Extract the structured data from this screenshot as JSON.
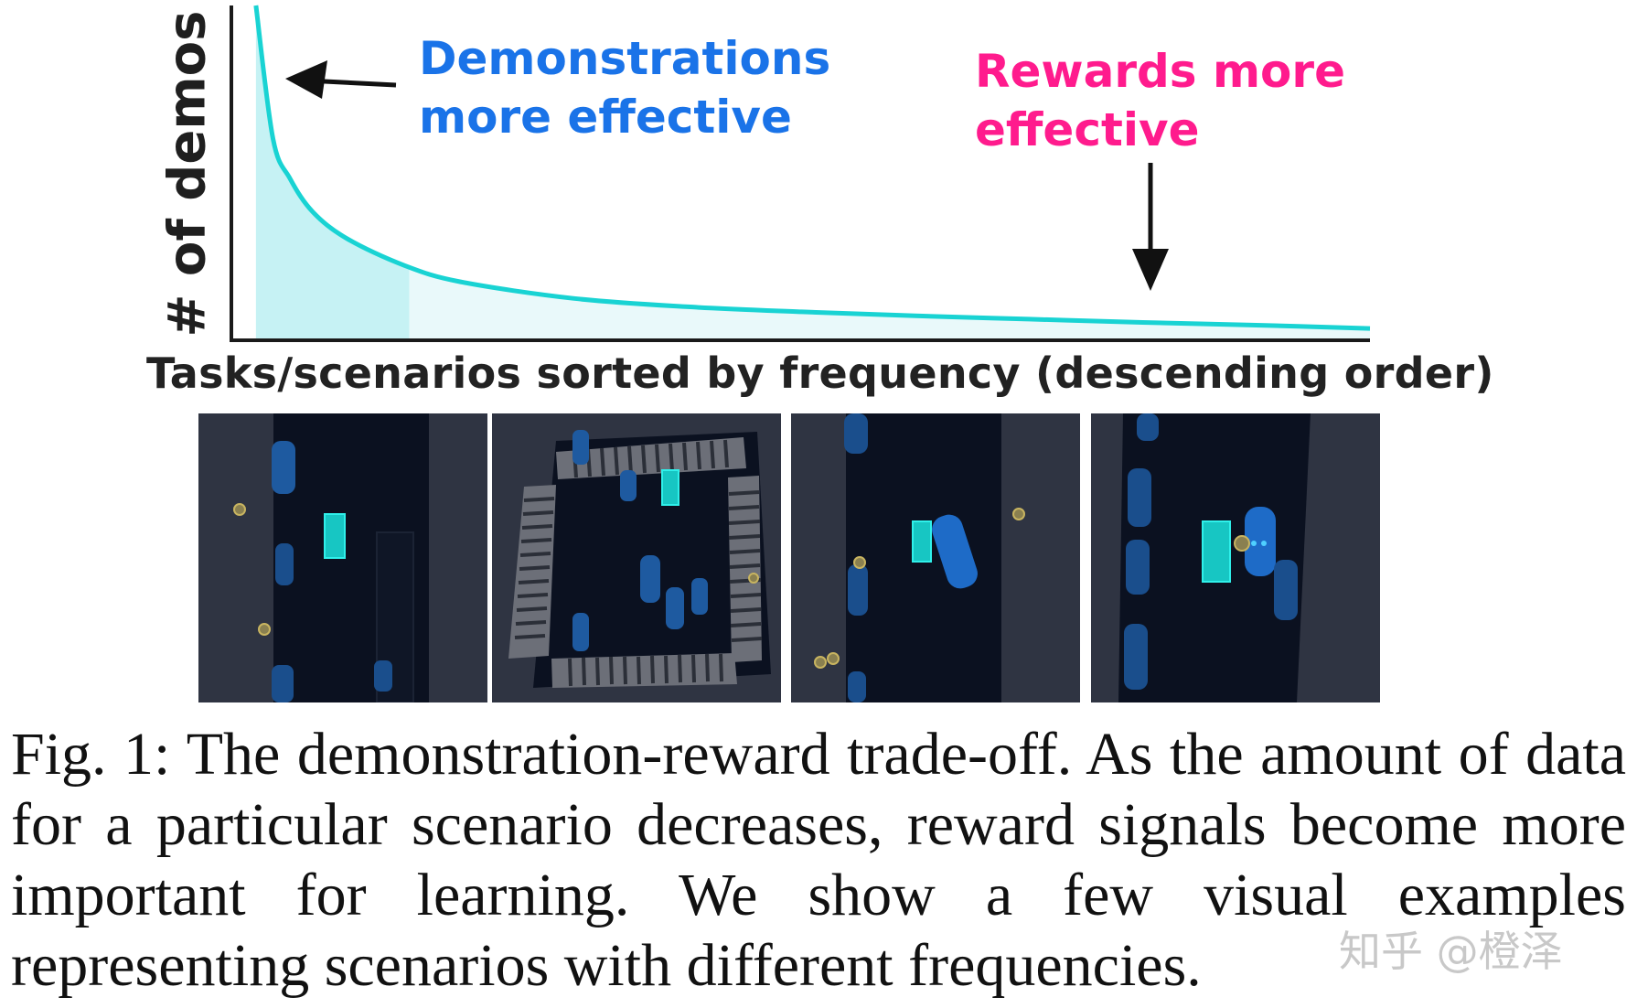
{
  "chart_data": {
    "type": "area",
    "title": "",
    "xlabel": "Tasks/scenarios sorted by frequency (descending order)",
    "ylabel": "# of demos",
    "ylim": [
      0,
      1
    ],
    "xlim": [
      0,
      1
    ],
    "grid": false,
    "line_color": "#19d3d3",
    "fill_color_dense": "#c6f2f4",
    "fill_color_sparse": "#e9f9fa",
    "x": [
      0.02,
      0.035,
      0.05,
      0.07,
      0.1,
      0.15,
      0.2,
      0.3,
      0.4,
      0.5,
      0.6,
      0.7,
      0.8,
      0.9,
      1.0
    ],
    "values": [
      1.0,
      0.6,
      0.48,
      0.38,
      0.3,
      0.22,
      0.17,
      0.12,
      0.095,
      0.08,
      0.068,
      0.058,
      0.048,
      0.04,
      0.03
    ],
    "shade_split_x": 0.155,
    "annotations": [
      {
        "text_lines": [
          "Demonstrations",
          "more effective"
        ],
        "color": "#1a73e8"
      },
      {
        "text_lines": [
          "Rewards more",
          "effective"
        ],
        "color": "#ff1b8d"
      }
    ]
  },
  "panels": [
    {
      "name": "scene-highway-1"
    },
    {
      "name": "scene-intersection"
    },
    {
      "name": "scene-highway-2"
    },
    {
      "name": "scene-highway-3"
    }
  ],
  "caption": {
    "text": "Fig. 1: The demonstration-reward trade-off. As the amount of data for a particular scenario decreases, reward signals become more important for learning. We show a few visual examples representing scenarios with different frequencies."
  },
  "watermark": {
    "text": "知乎 @橙泽"
  }
}
